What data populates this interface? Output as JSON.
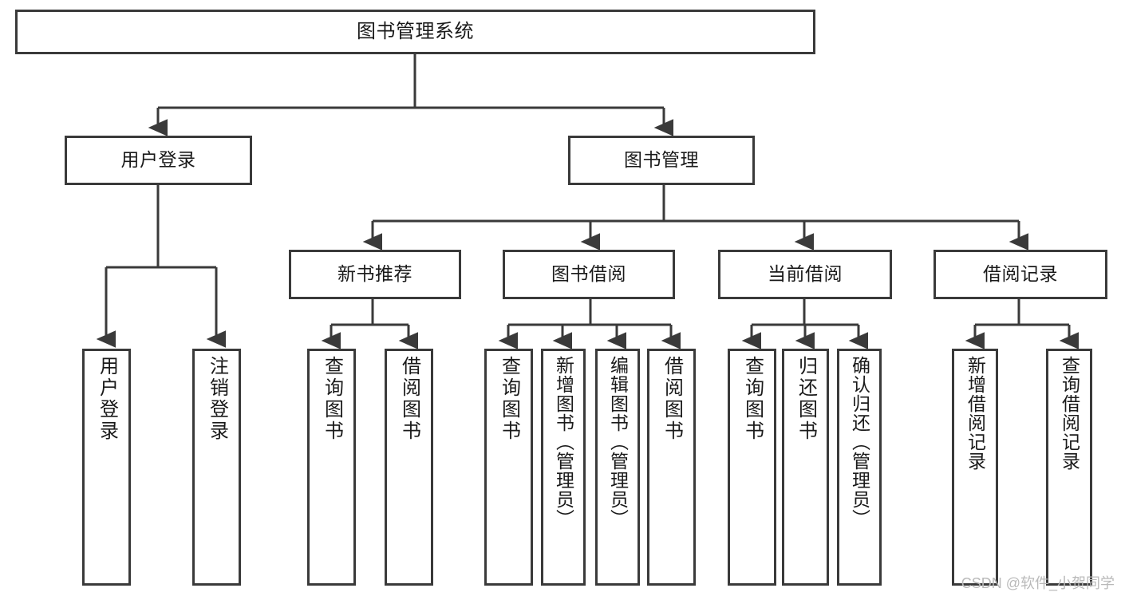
{
  "diagram": {
    "type": "tree-hierarchy",
    "title": "图书管理系统",
    "orientation": "top-down",
    "colors": {
      "box_border": "#3a3a3a",
      "box_fill": "#ffffff",
      "connector": "#3a3a3a",
      "text": "#1a1a1a",
      "watermark": "#b9b9b9",
      "background": "#ffffff"
    },
    "nodes": {
      "root": {
        "label": "图书管理系统"
      },
      "level2": [
        {
          "id": "user-login",
          "label": "用户登录"
        },
        {
          "id": "book-manage",
          "label": "图书管理"
        }
      ],
      "level3": [
        {
          "id": "new-book-recommend",
          "label": "新书推荐"
        },
        {
          "id": "book-borrow",
          "label": "图书借阅"
        },
        {
          "id": "current-borrow",
          "label": "当前借阅"
        },
        {
          "id": "borrow-record",
          "label": "借阅记录"
        }
      ],
      "leaves": {
        "user_login": [
          {
            "id": "leaf-user-login",
            "label": "用户登录"
          },
          {
            "id": "leaf-logout-login",
            "label": "注销登录"
          }
        ],
        "new_book_recommend": [
          {
            "id": "leaf-query-book-1",
            "label": "查询图书"
          },
          {
            "id": "leaf-borrow-book-1",
            "label": "借阅图书"
          }
        ],
        "book_borrow": [
          {
            "id": "leaf-query-book-2",
            "label": "查询图书"
          },
          {
            "id": "leaf-add-book",
            "label": "新增图书（管理员）"
          },
          {
            "id": "leaf-edit-book",
            "label": "编辑图书（管理员）"
          },
          {
            "id": "leaf-borrow-book-2",
            "label": "借阅图书"
          }
        ],
        "current_borrow": [
          {
            "id": "leaf-query-book-3",
            "label": "查询图书"
          },
          {
            "id": "leaf-return-book",
            "label": "归还图书"
          },
          {
            "id": "leaf-confirm-return",
            "label": "确认归还（管理员）"
          }
        ],
        "borrow_record": [
          {
            "id": "leaf-add-record",
            "label": "新增借阅记录"
          },
          {
            "id": "leaf-query-record",
            "label": "查询借阅记录"
          }
        ]
      }
    },
    "watermark": "CSDN @软件_小贺同学"
  }
}
